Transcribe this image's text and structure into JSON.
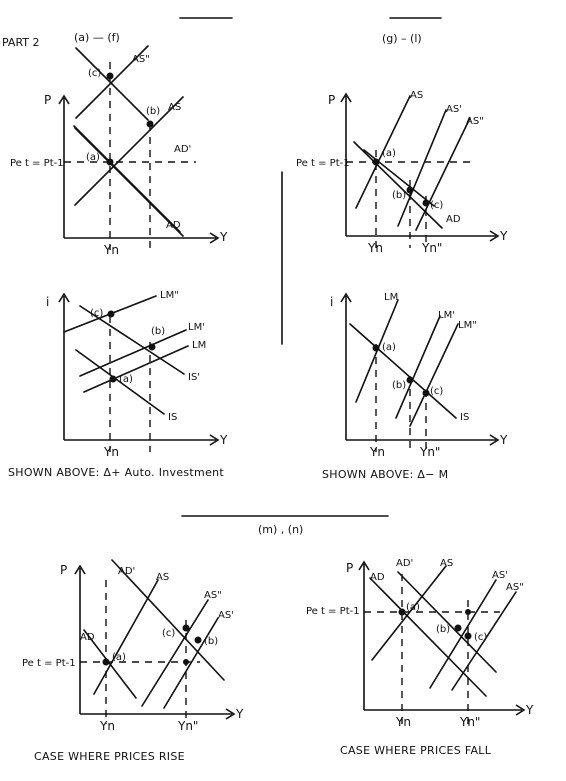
{
  "header": {
    "part": "PART 2",
    "range_left": "(a) — (f)",
    "range_right": "(g) – (l)",
    "range_bottom": "(m) , (n)"
  },
  "captions": {
    "left_middle": "SHOWN ABOVE: Δ+ Auto. Investment",
    "right_middle": "SHOWN ABOVE: Δ− M",
    "bottom_left": "CASE WHERE PRICES RISE",
    "bottom_right": "CASE WHERE PRICES FALL"
  },
  "axes": {
    "price": "P",
    "output": "Y",
    "interest": "i"
  },
  "ticks": {
    "yn": "Yn",
    "yn_double": "Yn\""
  },
  "price_eq": {
    "left": "Pe t = Pt-1",
    "right": "Pe t = Pt-1"
  },
  "curves": {
    "as": "AS",
    "as_prime": "AS'",
    "as_double": "AS\"",
    "ad": "AD",
    "ad_prime": "AD'",
    "is": "IS",
    "is_prime": "IS'",
    "lm": "LM",
    "lm_prime": "LM'",
    "lm_double": "LM\""
  },
  "points": {
    "a": "(a)",
    "b": "(b)",
    "c": "(c)"
  }
}
